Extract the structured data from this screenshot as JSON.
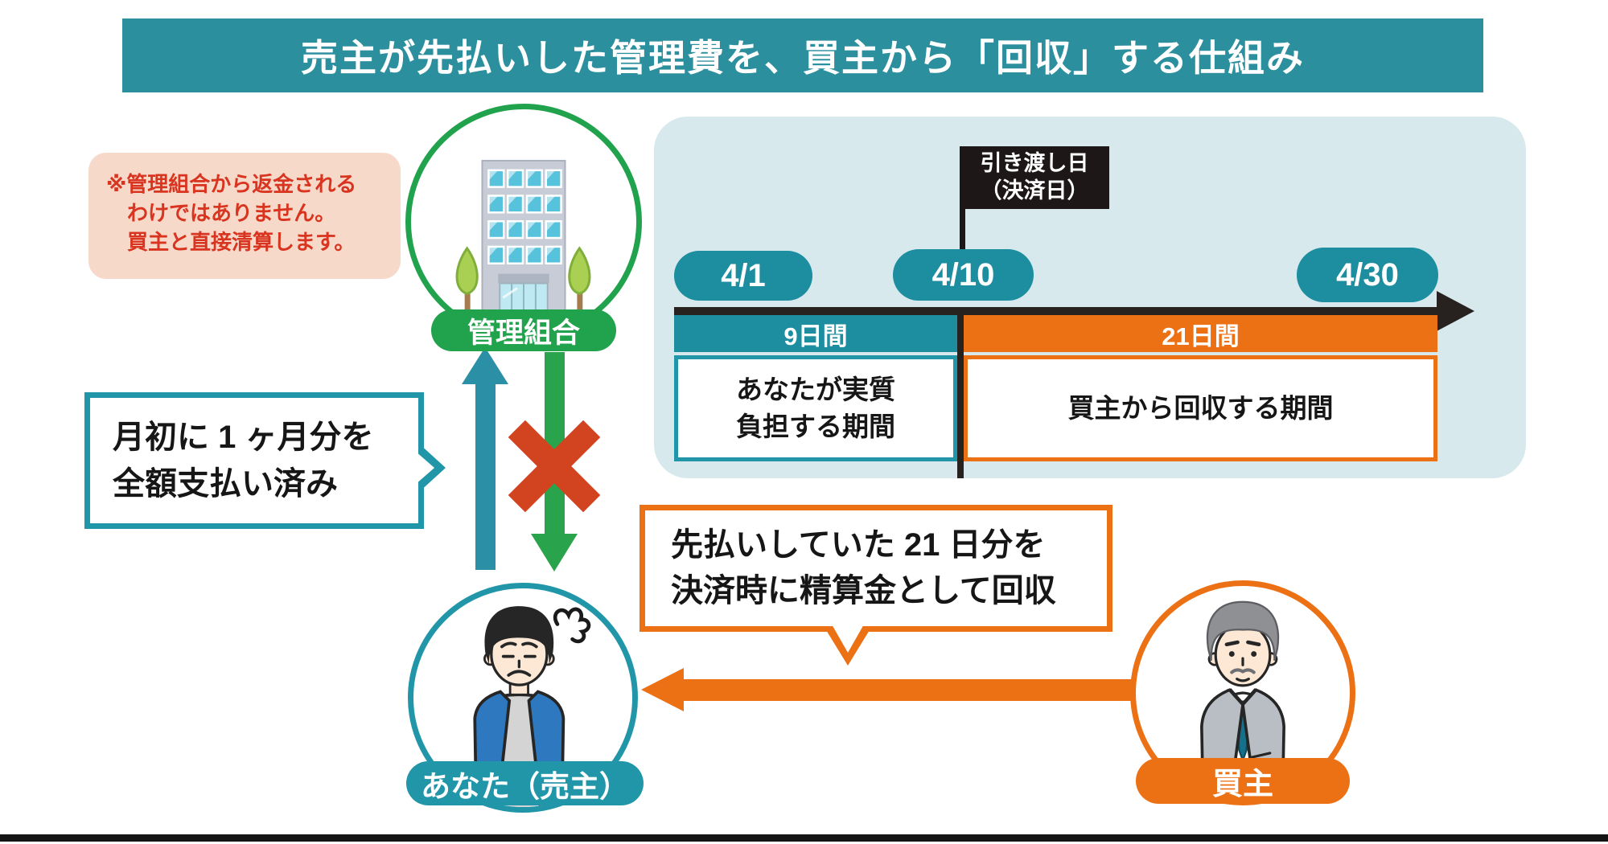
{
  "title": "売主が先払いした管理費を、買主から「回収」する仕組み",
  "note": {
    "line1": "※管理組合から返金される",
    "line2": "わけではありません。",
    "line3": "買主と直接清算します。"
  },
  "association": {
    "label": "管理組合"
  },
  "timeline": {
    "flag_line1": "引き渡し日",
    "flag_line2": "（決済日）",
    "dates": [
      "4/1",
      "4/10",
      "4/30"
    ],
    "seller_period_duration": "9日間",
    "seller_period_line1": "あなたが実質",
    "seller_period_line2": "負担する期間",
    "buyer_period_duration": "21日間",
    "buyer_period_label": "買主から回収する期間"
  },
  "seller_bubble": {
    "line1": "月初に 1 ヶ月分を",
    "line2": "全額支払い済み"
  },
  "buyer_bubble": {
    "line1": "先払いしていた 21 日分を",
    "line2": "決済時に精算金として回収"
  },
  "seller": {
    "label": "あなた（売主）"
  },
  "buyer": {
    "label": "買主"
  },
  "icons": {
    "building": "building-icon",
    "cross": "cross-mark-icon",
    "paid_arrow": "arrow-up-icon",
    "refund_arrow": "arrow-down-icon",
    "recover_arrow": "arrow-left-icon",
    "timeline_arrow": "arrow-right-icon",
    "seller_person": "worried-man-icon",
    "buyer_person": "suit-man-icon"
  },
  "colors": {
    "title_bar": "#2b8f9e",
    "teal": "#1c8ea0",
    "teal_border": "#2296a9",
    "orange": "#ec7014",
    "green": "#21a24c",
    "cross_red": "#d2431f",
    "panel_bg": "#d7e9ec",
    "note_bg": "#f7d9ca",
    "note_text": "#d8341f",
    "flag_bg": "#1e1717"
  }
}
